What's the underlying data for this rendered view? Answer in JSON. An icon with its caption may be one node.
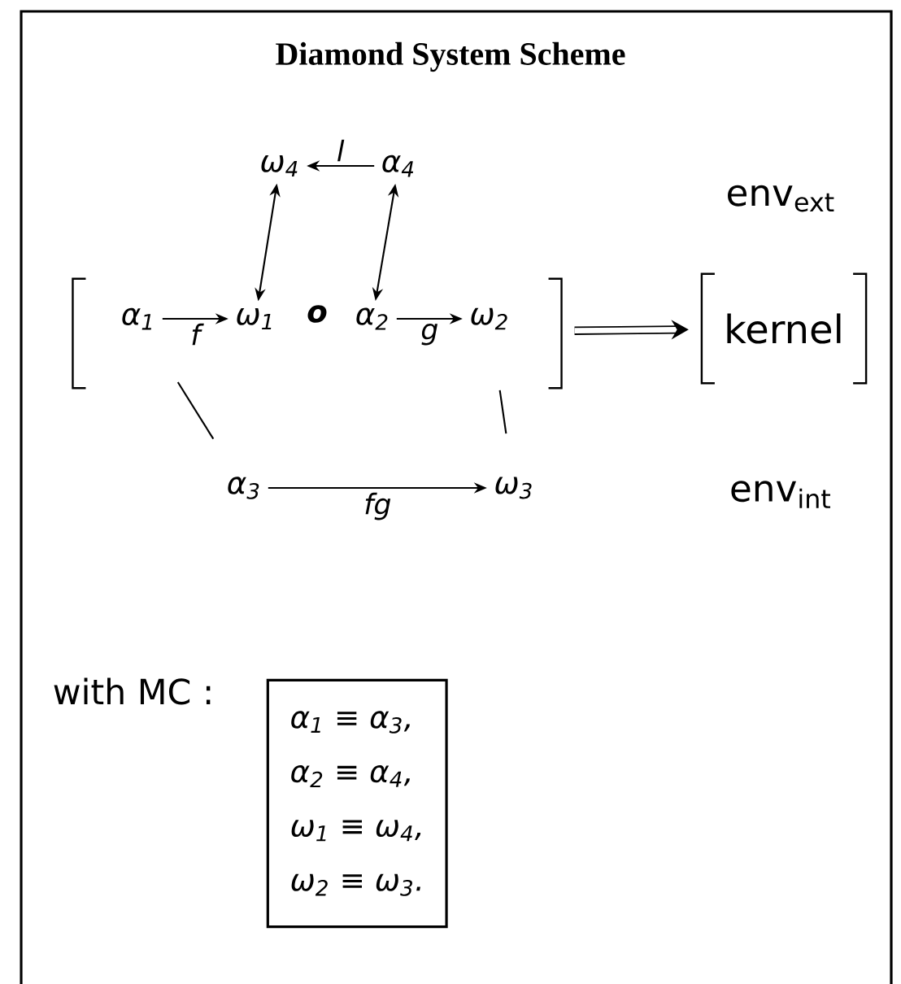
{
  "diagram": {
    "title": "Diamond System Scheme",
    "nodes": [
      {
        "text": [
          "ω$_{4}$"
        ]
      },
      {
        "text": [
          "α$_{4}$"
        ]
      },
      {
        "text": [],
        "shape": "bracket"
      },
      {
        "text": [
          "α$_{1}$"
        ],
        "in": 2
      },
      {
        "text": [
          "ω$_{1}$"
        ],
        "in": 2
      },
      {
        "text": [
          "α$_{2}$"
        ],
        "in": 2
      },
      {
        "text": [
          "ω$_{2}$"
        ],
        "in": 2
      },
      {
        "text": [
          "kernel"
        ]
      },
      {
        "text": [
          "α$_{3}$"
        ]
      },
      {
        "text": [
          "ω$_{3}$"
        ]
      },
      {
        "text": [
          "α$_{1}$ ≡  α$_{3}$,",
          "α$_{2}$ ≡  α$_{4}$,",
          "ω$_{1}$ ≡  ω$_{4}$,",
          "ω$_{2}$ ≡  ω$_{3}$."
        ]
      }
    ],
    "edges": [
      {
        "from": 1,
        "to": 0,
        "arrow": "to",
        "label": "l"
      },
      {
        "from": 0,
        "to": 4,
        "arrow": "both"
      },
      {
        "from": 1,
        "to": 5,
        "arrow": "both"
      },
      {
        "from": 3,
        "to": 4,
        "arrow": "to",
        "label": "f"
      },
      {
        "from": 5,
        "to": 6,
        "arrow": "to",
        "label": "g"
      },
      {
        "from": 2,
        "to": 7,
        "arrow": "to",
        "style": "thick"
      },
      {
        "from": 3,
        "to": 8,
        "arrow": "none"
      },
      {
        "from": 6,
        "to": 9,
        "arrow": "none"
      },
      {
        "from": 8,
        "to": 9,
        "arrow": "to",
        "label": "fg"
      }
    ],
    "labels": [
      "o",
      "env$_{ext}$",
      "env$_{int}$",
      "with MC :"
    ]
  }
}
